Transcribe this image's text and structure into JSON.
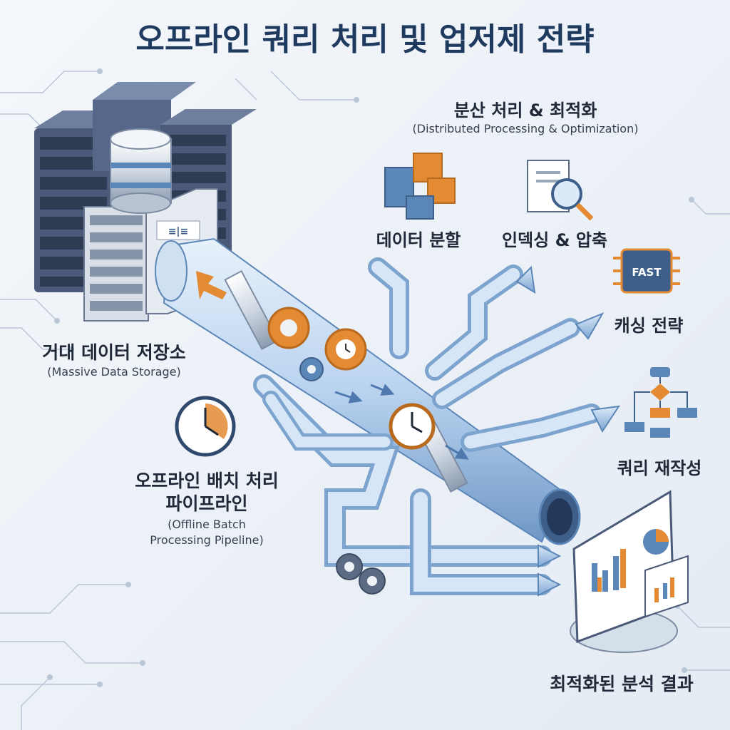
{
  "title": "오프라인 쿼리 처리 및 업저제 전략",
  "storage": {
    "label": "거대 데이터 저장소",
    "sub": "(Massive Data Storage)"
  },
  "distributed": {
    "label": "분산 처리 & 최적화",
    "sub": "(Distributed Processing & Optimization)"
  },
  "pipeline": {
    "label_line1": "오프라인 배치 처리",
    "label_line2": "파이프라인",
    "sub_line1": "(Offline Batch",
    "sub_line2": "Processing Pipeline)"
  },
  "features": {
    "partition": "데이터 분할",
    "indexing": "인덱싱 & 압축",
    "caching": "캐싱 전략",
    "caching_chip": "FAST",
    "reuse": "쿼리 재작성",
    "result": "최적화된 분석 결과"
  },
  "colors": {
    "title": "#1e3a5f",
    "pipe": "#a9c6e6",
    "pipe_dark": "#5b86b8",
    "accent": "#e38a32",
    "server": "#4a5a78",
    "background": "#eef2f7"
  },
  "icons": [
    "server-rack-icon",
    "database-icon",
    "gear-icon",
    "clock-icon",
    "cube-blocks-icon",
    "document-search-icon",
    "chip-icon",
    "flowchart-icon",
    "dashboard-icon",
    "arrow-icon"
  ]
}
